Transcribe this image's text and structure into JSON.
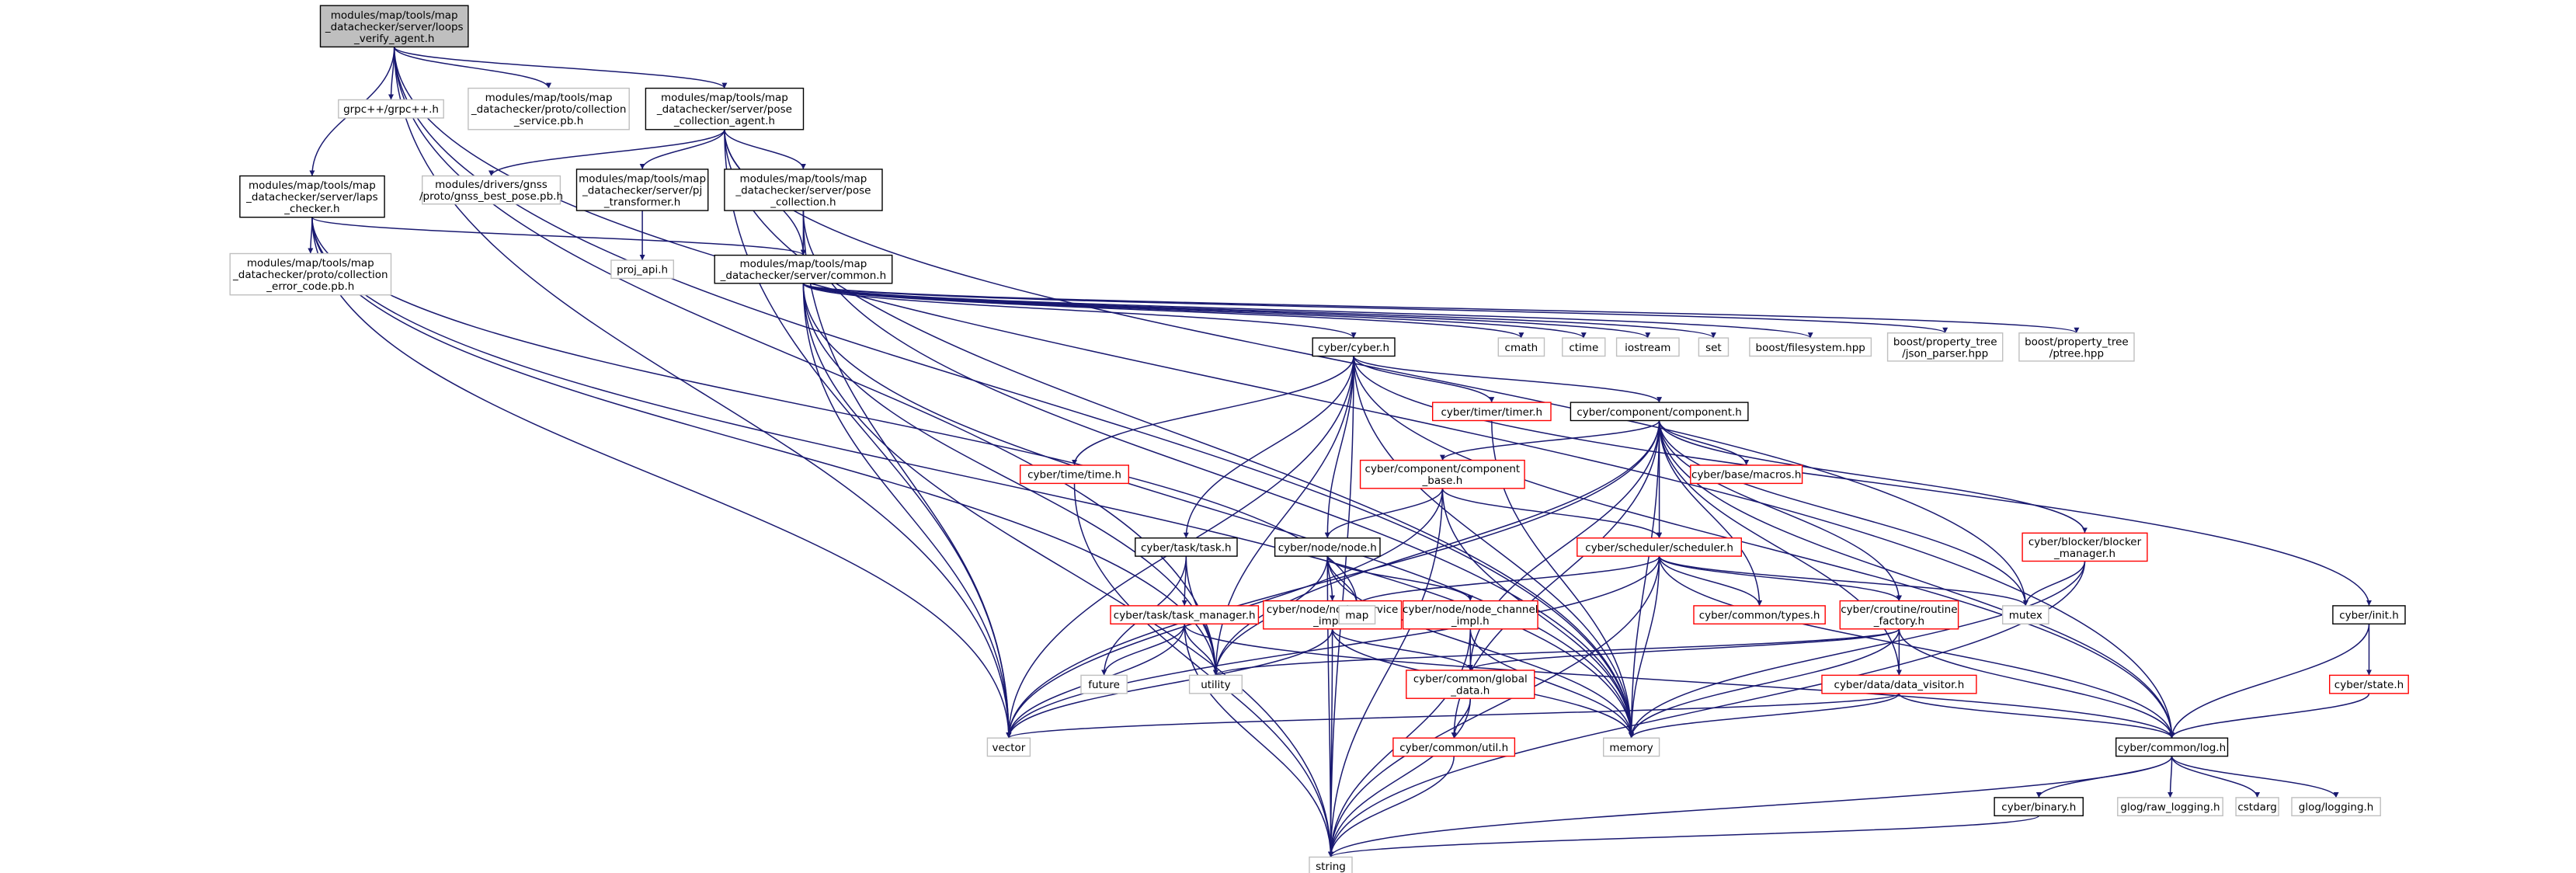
{
  "diagram": {
    "colors": {
      "background": "#ffffff",
      "edge": "#191970",
      "root_fill": "#bfbfbf",
      "root_border": "#000000",
      "documented_border": "#000000",
      "incomplete_border": "#ff0000",
      "external_border": "#bfbfbf",
      "node_fill": "#ffffff"
    },
    "nodes": [
      {
        "id": "root",
        "kind": "root",
        "lines": [
          "modules/map/tools/map",
          "_datachecker/server/loops",
          "_verify_agent.h"
        ]
      },
      {
        "id": "grpc",
        "kind": "external",
        "lines": [
          "grpc++/grpc++.h"
        ]
      },
      {
        "id": "collsvc",
        "kind": "external",
        "lines": [
          "modules/map/tools/map",
          "_datachecker/proto/collection",
          "_service.pb.h"
        ]
      },
      {
        "id": "poseagent",
        "kind": "documented",
        "lines": [
          "modules/map/tools/map",
          "_datachecker/server/pose",
          "_collection_agent.h"
        ]
      },
      {
        "id": "laps",
        "kind": "documented",
        "lines": [
          "modules/map/tools/map",
          "_datachecker/server/laps",
          "_checker.h"
        ]
      },
      {
        "id": "gnss",
        "kind": "external",
        "lines": [
          "modules/drivers/gnss",
          "/proto/gnss_best_pose.pb.h"
        ]
      },
      {
        "id": "pj",
        "kind": "documented",
        "lines": [
          "modules/map/tools/map",
          "_datachecker/server/pj",
          "_transformer.h"
        ]
      },
      {
        "id": "posecoll",
        "kind": "documented",
        "lines": [
          "modules/map/tools/map",
          "_datachecker/server/pose",
          "_collection.h"
        ]
      },
      {
        "id": "errcode",
        "kind": "external",
        "lines": [
          "modules/map/tools/map",
          "_datachecker/proto/collection",
          "_error_code.pb.h"
        ]
      },
      {
        "id": "projapi",
        "kind": "external",
        "lines": [
          "proj_api.h"
        ]
      },
      {
        "id": "common",
        "kind": "documented",
        "lines": [
          "modules/map/tools/map",
          "_datachecker/server/common.h"
        ]
      },
      {
        "id": "cyberh",
        "kind": "documented",
        "lines": [
          "cyber/cyber.h"
        ]
      },
      {
        "id": "cmath",
        "kind": "external",
        "lines": [
          "cmath"
        ]
      },
      {
        "id": "ctime",
        "kind": "external",
        "lines": [
          "ctime"
        ]
      },
      {
        "id": "iostream",
        "kind": "external",
        "lines": [
          "iostream"
        ]
      },
      {
        "id": "set",
        "kind": "external",
        "lines": [
          "set"
        ]
      },
      {
        "id": "bfs",
        "kind": "external",
        "lines": [
          "boost/filesystem.hpp"
        ]
      },
      {
        "id": "bjson",
        "kind": "external",
        "lines": [
          "boost/property_tree",
          "/json_parser.hpp"
        ]
      },
      {
        "id": "bptree",
        "kind": "external",
        "lines": [
          "boost/property_tree",
          "/ptree.hpp"
        ]
      },
      {
        "id": "timer",
        "kind": "incomplete",
        "lines": [
          "cyber/timer/timer.h"
        ]
      },
      {
        "id": "component",
        "kind": "documented",
        "lines": [
          "cyber/component/component.h"
        ]
      },
      {
        "id": "timeh",
        "kind": "incomplete",
        "lines": [
          "cyber/time/time.h"
        ]
      },
      {
        "id": "compbase",
        "kind": "incomplete",
        "lines": [
          "cyber/component/component",
          "_base.h"
        ]
      },
      {
        "id": "macros",
        "kind": "incomplete",
        "lines": [
          "cyber/base/macros.h"
        ]
      },
      {
        "id": "blocker",
        "kind": "incomplete",
        "lines": [
          "cyber/blocker/blocker",
          "_manager.h"
        ]
      },
      {
        "id": "task",
        "kind": "documented",
        "lines": [
          "cyber/task/task.h"
        ]
      },
      {
        "id": "nodeh",
        "kind": "documented",
        "lines": [
          "cyber/node/node.h"
        ]
      },
      {
        "id": "scheduler",
        "kind": "incomplete",
        "lines": [
          "cyber/scheduler/scheduler.h"
        ]
      },
      {
        "id": "taskmgr",
        "kind": "incomplete",
        "lines": [
          "cyber/task/task_manager.h"
        ]
      },
      {
        "id": "nodesvc",
        "kind": "incomplete",
        "lines": [
          "cyber/node/node_service",
          "_impl.h"
        ]
      },
      {
        "id": "nodechan",
        "kind": "incomplete",
        "lines": [
          "cyber/node/node_channel",
          "_impl.h"
        ]
      },
      {
        "id": "map",
        "kind": "external",
        "lines": [
          "map"
        ]
      },
      {
        "id": "types",
        "kind": "incomplete",
        "lines": [
          "cyber/common/types.h"
        ]
      },
      {
        "id": "routine",
        "kind": "incomplete",
        "lines": [
          "cyber/croutine/routine",
          "_factory.h"
        ]
      },
      {
        "id": "mutex",
        "kind": "external",
        "lines": [
          "mutex"
        ]
      },
      {
        "id": "init",
        "kind": "documented",
        "lines": [
          "cyber/init.h"
        ]
      },
      {
        "id": "future",
        "kind": "external",
        "lines": [
          "future"
        ]
      },
      {
        "id": "utility",
        "kind": "external",
        "lines": [
          "utility"
        ]
      },
      {
        "id": "globaldata",
        "kind": "incomplete",
        "lines": [
          "cyber/common/global",
          "_data.h"
        ]
      },
      {
        "id": "datavisitor",
        "kind": "incomplete",
        "lines": [
          "cyber/data/data_visitor.h"
        ]
      },
      {
        "id": "state",
        "kind": "incomplete",
        "lines": [
          "cyber/state.h"
        ]
      },
      {
        "id": "vector",
        "kind": "external",
        "lines": [
          "vector"
        ]
      },
      {
        "id": "memory",
        "kind": "external",
        "lines": [
          "memory"
        ]
      },
      {
        "id": "logh",
        "kind": "documented",
        "lines": [
          "cyber/common/log.h"
        ]
      },
      {
        "id": "util",
        "kind": "incomplete",
        "lines": [
          "cyber/common/util.h"
        ]
      },
      {
        "id": "binary",
        "kind": "documented",
        "lines": [
          "cyber/binary.h"
        ]
      },
      {
        "id": "rawlog",
        "kind": "external",
        "lines": [
          "glog/raw_logging.h"
        ]
      },
      {
        "id": "cstdarg",
        "kind": "external",
        "lines": [
          "cstdarg"
        ]
      },
      {
        "id": "glog",
        "kind": "external",
        "lines": [
          "glog/logging.h"
        ]
      },
      {
        "id": "string",
        "kind": "external",
        "lines": [
          "string"
        ]
      }
    ]
  }
}
